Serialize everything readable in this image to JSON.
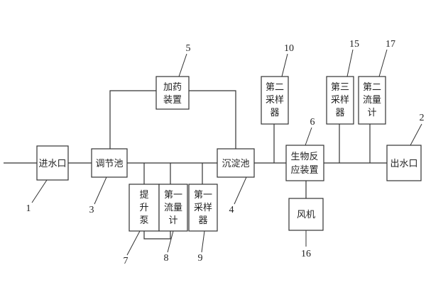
{
  "colors": {
    "stroke": "#333333",
    "text": "#222222",
    "background": "#ffffff"
  },
  "boxes": {
    "inlet": {
      "label": [
        "进水口"
      ],
      "ref": "1"
    },
    "regulating": {
      "label": [
        "调节池"
      ],
      "ref": "3"
    },
    "dosing": {
      "label": [
        "加药",
        "装置"
      ],
      "ref": "5"
    },
    "lift_pump": {
      "label": [
        "提",
        "升",
        "泵"
      ],
      "ref": "7"
    },
    "flowmeter_1": {
      "label": [
        "第一",
        "流量",
        "计"
      ],
      "ref": "8"
    },
    "sampler_1": {
      "label": [
        "第一",
        "采样",
        "器"
      ],
      "ref": "9"
    },
    "settling": {
      "label": [
        "沉淀池"
      ],
      "ref": "4"
    },
    "sampler_2": {
      "label": [
        "第二",
        "采样",
        "器"
      ],
      "ref": "10"
    },
    "bioreactor": {
      "label": [
        "生物反",
        "应装置"
      ],
      "ref": "6"
    },
    "blower": {
      "label": [
        "风机"
      ],
      "ref": "16"
    },
    "sampler_3": {
      "label": [
        "第三",
        "采样",
        "器"
      ],
      "ref": "15"
    },
    "flowmeter_2": {
      "label": [
        "第二",
        "流量",
        "计"
      ],
      "ref": "17"
    },
    "outlet": {
      "label": [
        "出水口"
      ],
      "ref": "2"
    }
  }
}
